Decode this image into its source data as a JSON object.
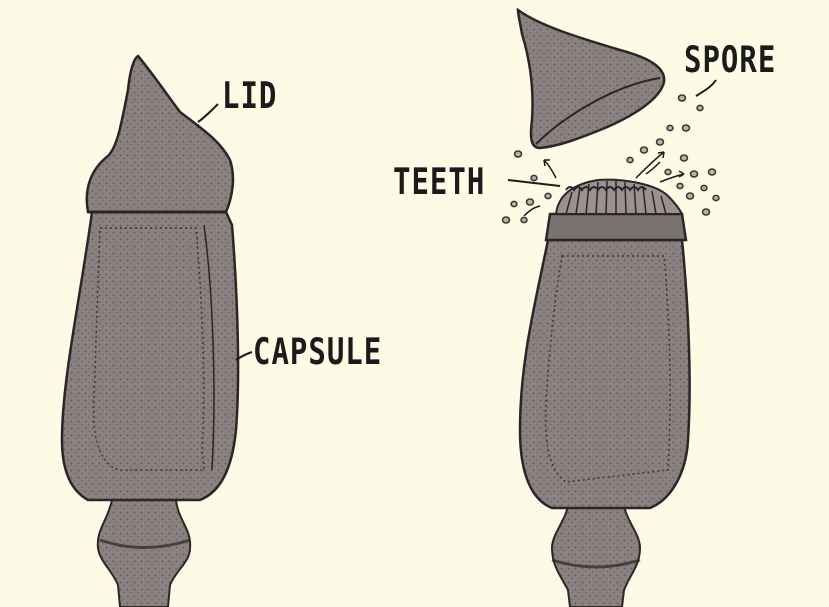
{
  "labels": {
    "lid": "LID",
    "capsule": "CAPSULE",
    "teeth": "TEETH",
    "spore": "SPORE"
  },
  "colors": {
    "background": "#fdfbe6",
    "tissue": "#8a8180",
    "tissue_dark": "#6e6665",
    "outline": "#2a2627",
    "ink": "#1b1b1b"
  }
}
